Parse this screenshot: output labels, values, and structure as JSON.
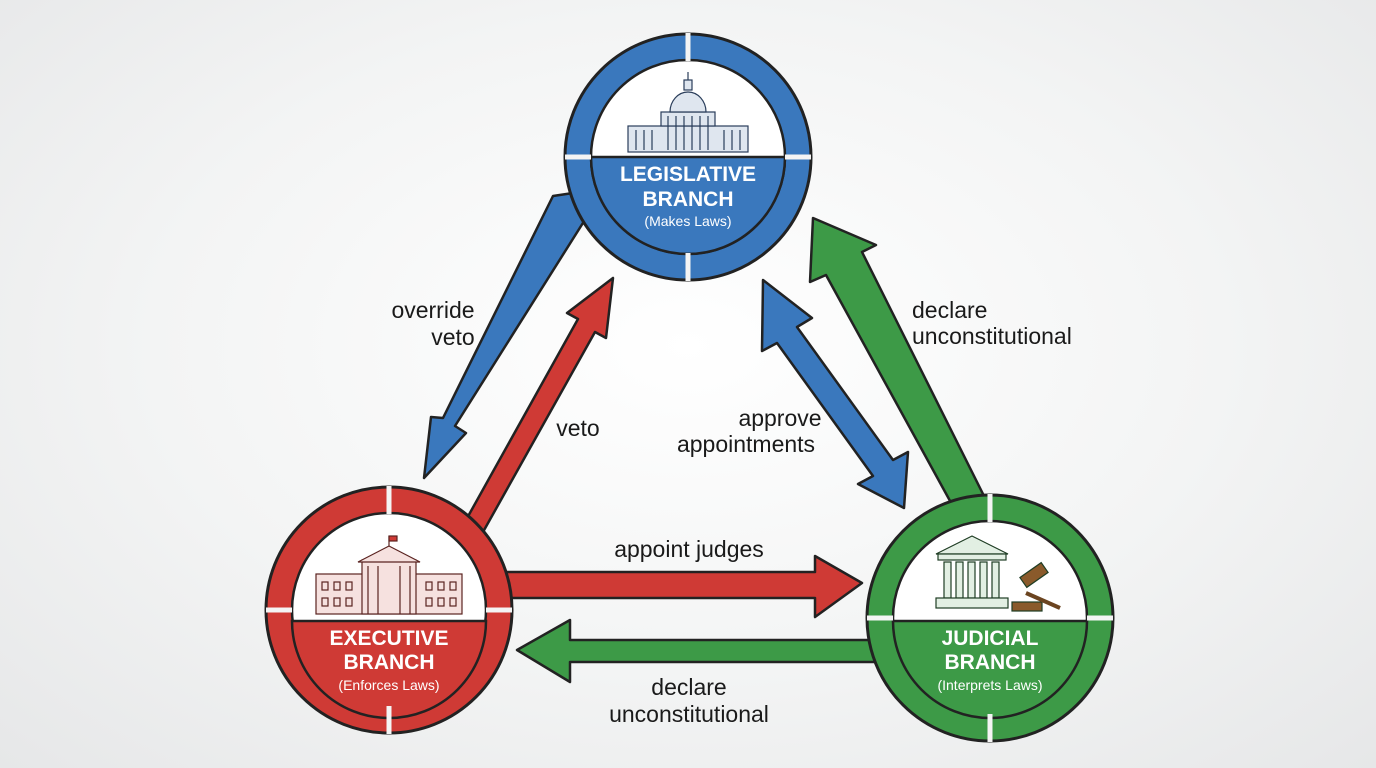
{
  "colors": {
    "legislative": "#3a78bd",
    "executive": "#cf3a35",
    "judicial": "#3d9a47",
    "outline": "#222222"
  },
  "branches": {
    "legislative": {
      "title_line1": "LEGISLATIVE",
      "title_line2": "BRANCH",
      "subtitle": "(Makes Laws)",
      "icon": "capitol-building-icon"
    },
    "executive": {
      "title_line1": "EXECUTIVE",
      "title_line2": "BRANCH",
      "subtitle": "(Enforces Laws)",
      "icon": "white-house-icon"
    },
    "judicial": {
      "title_line1": "JUDICIAL",
      "title_line2": "BRANCH",
      "subtitle": "(Interprets Laws)",
      "icon": "courthouse-gavel-icon"
    }
  },
  "edges": {
    "override_veto": {
      "line1": "override",
      "line2": "veto"
    },
    "veto": {
      "line1": "veto"
    },
    "approve_appointments": {
      "line1": "approve",
      "line2": "appointments"
    },
    "declare_unconstitutional_right": {
      "line1": "declare",
      "line2": "unconstitutional"
    },
    "appoint_judges": {
      "line1": "appoint judges"
    },
    "declare_unconstitutional_bottom": {
      "line1": "declare",
      "line2": "unconstitutional"
    }
  }
}
